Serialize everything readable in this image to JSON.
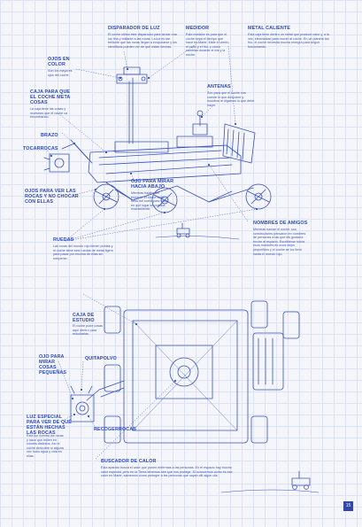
{
  "sections": {
    "disparador": {
      "title": "DISPARADOR DE LUZ",
      "body": "El coche utiliza este disparador para lanzar una luz fina y brillante a las rocas. La luz es tan brillante que las rocas llegan a evaporarse y los científicos pueden ver de qué están hechas."
    },
    "ojos_color": {
      "title": "OJOS EN COLOR",
      "body": "Son los mayores ojos del coche."
    },
    "medidor": {
      "title": "MEDIDOR",
      "body": "Este medidor es para que el coche sepa el tiempo que hace en Marte. Mide el viento, el calor y el frío, y cómo cambian durante el día y la noche."
    },
    "metal_caliente": {
      "title": "METAL CALIENTE",
      "body": "Esta caja tiene dentro un metal que produce calor y, a la vez, electricidad para mover al coche. En un planeta tan frío, el coche necesita mucha energía para seguir funcionando."
    },
    "caja_meta": {
      "title": "CAJA PARA QUE EL COCHE META COSAS",
      "body": "La caja tiene las cosas y muestras que el coche va encontrando."
    },
    "antenas": {
      "title": "ANTENAS",
      "body": "Son para que el coche nos cuente lo que descubre y nosotros le digamos lo que debe hacer."
    },
    "brazo": {
      "title": "BRAZO"
    },
    "tocarrocas": {
      "title": "TOCARROCAS"
    },
    "ojos_ver": {
      "title": "OJOS PARA VER LAS ROCAS Y NO CHOCAR CON ELLAS"
    },
    "ojo_abajo": {
      "title": "OJO PARA MIRAR HACIA ABAJO",
      "body": "Mientras bajaba del espacio, el coche tomó fotos del suelo para saber en qué lugar se posaba exactamente."
    },
    "ruedas": {
      "title": "RUEDAS",
      "body": "Las rocas del mundo rojo tienen puntas y el coche tiene seis ruedas de metal ligero para pasar por encima de ellas sin romperse."
    },
    "nombres": {
      "title": "NOMBRES DE AMIGOS",
      "body": "Mientras hacían el coche, sus constructores pensaron en nombres de personas a las que les gustaría enviar al espacio. Escribieron todos esos nombres en unos chips pequeñitos y el coche se los llevó hasta el mundo rojo."
    },
    "caja_estudio": {
      "title": "CAJA DE ESTUDIO",
      "body": "El coche pone cosas aquí dentro para estudiarlas."
    },
    "ojo_pequenas": {
      "title": "OJO PARA MIRAR COSAS PEQUEÑAS"
    },
    "quitapolvo": {
      "title": "QUITAPOLVO"
    },
    "luz_especial": {
      "title": "LUZ ESPECIAL PARA VER DE QUÉ ESTÁN HECHAS LAS ROCAS",
      "body": "Esta luz ilumina las rocas y hace que brillen en colores distintos. Así el coche descubre si alguna vez hubo agua y vida en ellas."
    },
    "recogerrocas": {
      "title": "RECOGERROCAS"
    },
    "buscador": {
      "title": "BUSCADOR DE CALOR",
      "body": "Esta aparato busca el calor que ponen enfermas a las personas. En el espacio hay mucho calor especial, pero en la Tierra tenemos aire que nos protege. Si conocemos cómo es ese calor en Marte, sabremos cómo proteger a las personas que vayan allí algún día."
    }
  },
  "page_number": "15"
}
